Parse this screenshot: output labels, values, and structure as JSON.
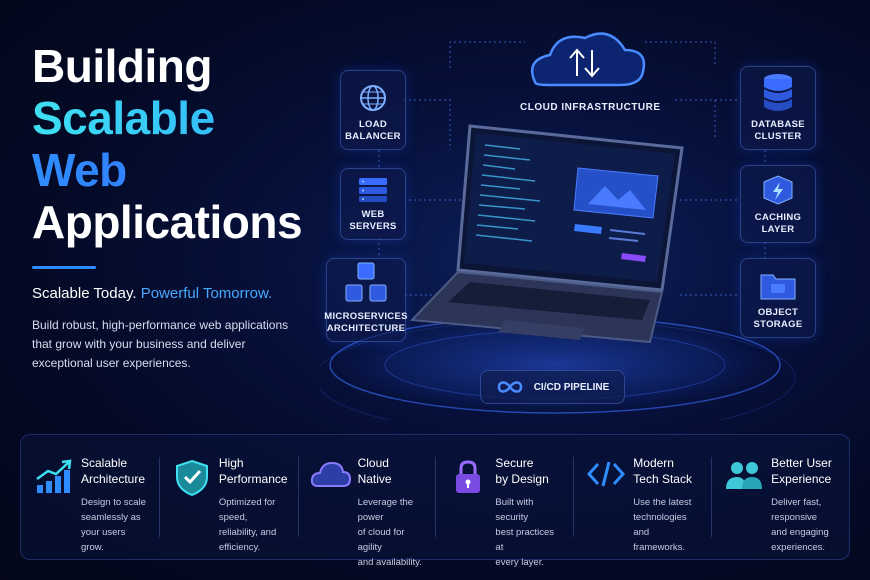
{
  "hero": {
    "title_line1": "Building",
    "title_line2": "Scalable",
    "title_line3": "Web",
    "title_line4": "Applications",
    "tagline_main": "Scalable Today.",
    "tagline_accent": "Powerful Tomorrow.",
    "description": "Build robust, high-performance web applications that grow with your business and deliver exceptional user experiences."
  },
  "diagram": {
    "cloud": "CLOUD INFRASTRUCTURE",
    "load_balancer_l1": "LOAD",
    "load_balancer_l2": "BALANCER",
    "web_servers_l1": "WEB",
    "web_servers_l2": "SERVERS",
    "microservices_l1": "MICROSERVICES",
    "microservices_l2": "ARCHITECTURE",
    "database_l1": "DATABASE",
    "database_l2": "CLUSTER",
    "caching_l1": "CACHING",
    "caching_l2": "LAYER",
    "storage_l1": "OBJECT",
    "storage_l2": "STORAGE",
    "pipeline": "CI/CD PIPELINE"
  },
  "features": [
    {
      "t1": "Scalable",
      "t2": "Architecture",
      "d1": "Design to scale",
      "d2": "seamlessly as",
      "d3": "your users grow.",
      "icon": "chart-growth-icon"
    },
    {
      "t1": "High",
      "t2": "Performance",
      "d1": "Optimized for speed,",
      "d2": "reliability, and",
      "d3": "efficiency.",
      "icon": "shield-check-icon"
    },
    {
      "t1": "Cloud",
      "t2": "Native",
      "d1": "Leverage the power",
      "d2": "of cloud for agility",
      "d3": "and availability.",
      "icon": "cloud-icon"
    },
    {
      "t1": "Secure",
      "t2": "by Design",
      "d1": "Built with security",
      "d2": "best practices at",
      "d3": "every layer.",
      "icon": "lock-icon"
    },
    {
      "t1": "Modern",
      "t2": "Tech Stack",
      "d1": "Use the latest",
      "d2": "technologies and",
      "d3": "frameworks.",
      "icon": "code-icon"
    },
    {
      "t1": "Better User",
      "t2": "Experience",
      "d1": "Deliver fast, responsive",
      "d2": "and engaging",
      "d3": "experiences.",
      "icon": "users-icon"
    }
  ],
  "colors": {
    "accent": "#2f8cff",
    "cyan": "#3ee0f2",
    "background": "#040a26"
  }
}
